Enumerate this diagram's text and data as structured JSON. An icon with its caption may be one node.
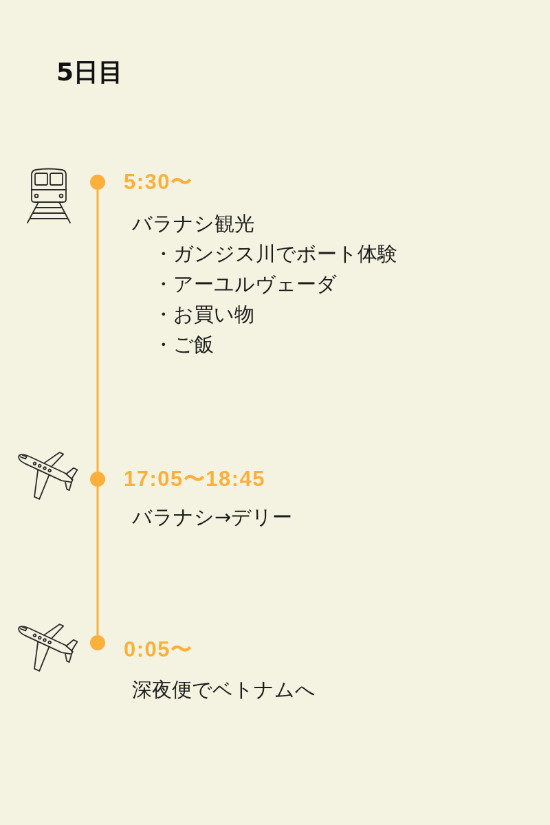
{
  "diagram": {
    "title": "5日目",
    "nodes": [
      {
        "text": [],
        "shape": "circle",
        "beside": [
          "5:30〜",
          "バラナシ観光",
          "・ガンジス川でボート体験",
          "・アーユルヴェーダ",
          "・お買い物",
          "・ご飯"
        ]
      },
      {
        "text": [],
        "shape": "circle",
        "beside": [
          "17:05〜18:45",
          "バラナシ→デリー"
        ]
      },
      {
        "text": [],
        "shape": "circle",
        "beside": [
          "0:05〜",
          "深夜便でベトナムへ"
        ]
      }
    ],
    "edges": [
      {
        "from": 0,
        "to": 1,
        "arrow": "none"
      },
      {
        "from": 1,
        "to": 2,
        "arrow": "none"
      }
    ]
  }
}
